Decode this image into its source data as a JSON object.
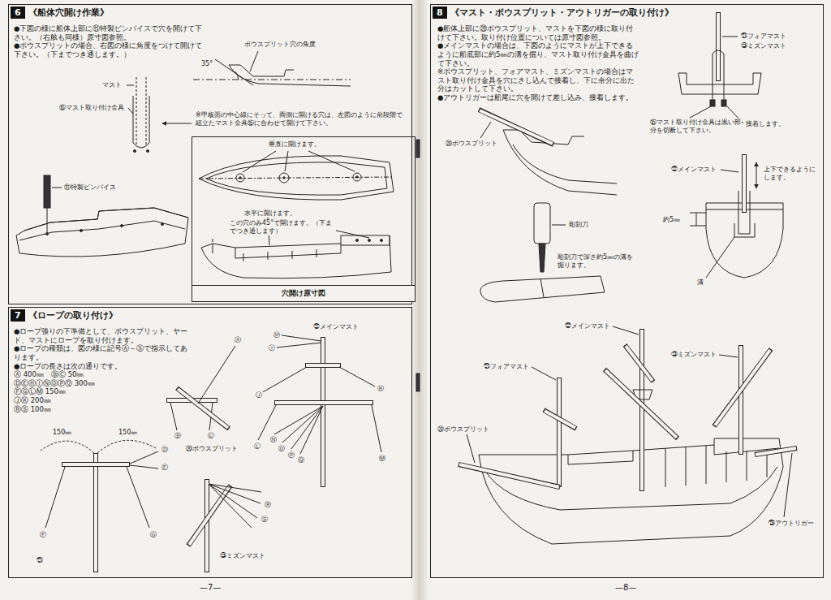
{
  "diagram": {
    "nodes": [
      {
        "text": [
          "6",
          "《船体穴開け作業》",
          "●下図の様に船体上部に⑪特製ピンバイスで穴を開けて下さい。（右舷も同様）原寸図参照。",
          "●ボウスプリットの場合、右図の様に角度をつけて開けて下さい。（下までつき通します。）"
        ]
      },
      {
        "text": [
          "穴開け原寸図"
        ],
        "in": 0
      },
      {
        "text": [
          "7",
          "《ロープの取り付け》",
          "●ロープ張りの下準備として、ボウスプリット、ヤード、マストにロープを取り付けます。",
          "●ロープの種類は、図の様に記号Ⓐ～Ⓢで指示してあります。",
          "●ロープの長さは次の通りです。",
          "Ⓐ 400㎜　ⒷⒸ 50㎜",
          "ⒹⒺⒽⒾⓃⓄⓅⓆ 300㎜",
          "ⒻⒼⓁⓂ 150㎜",
          "ⒿⓀ 200㎜",
          "ⓇⓈ 100㎜"
        ]
      },
      {
        "text": [
          "8",
          "《マスト・ボウスプリット・アウトリガーの取り付け》",
          "●船体上部に⑳ボウスプリット、マストを下図の様に取り付けて下さい。取り付け位置については原寸図参照。",
          "●メインマストの場合は、下図のようにマストが上下できるように船底部に約5㎜の溝を掘り、マスト取り付け金具を曲げて下さい。",
          "※ボウスプリット、フォアマスト、ミズンマストの場合はマスト取り付け金具を穴にさし込んで接着し、下に余分に出た分はカットして下さい。",
          "●アウトリガーは船尾に穴を開けて差し込み、接着します。"
        ]
      }
    ],
    "labels": [
      "ボウスプリット穴の角度",
      "35°",
      "マスト",
      "⑮マスト取り付け金具",
      "※甲板面の中心線にそって、両側に開ける穴は、左図のように前段階で組立たマスト金具⑮に合わせて開けて下さい。",
      "⑪特製ピンバイス",
      "垂直に開けます。",
      "水平に開けます。",
      "この穴のみ45°で開けます。（下までつき通します）",
      "150㎜",
      "150㎜",
      "Ⓓ",
      "Ⓔ",
      "Ⓕ",
      "Ⓖ",
      "㉑",
      "Ⓐ",
      "Ⓑ",
      "Ⓒ",
      "⑳ボウスプリット",
      "㉒メインマスト",
      "Ⓗ",
      "Ⓘ",
      "Ⓙ",
      "Ⓚ",
      "Ⓛ",
      "Ⓜ",
      "Ⓝ",
      "Ⓞ",
      "Ⓟ",
      "Ⓠ",
      "Ⓡ",
      "Ⓢ",
      "㉓ミズンマスト",
      "㉑フォアマスト",
      "㉓ミズンマスト",
      "⑮マスト取り付け金具は黒い部分を切断して下さい。",
      "接着します。",
      "⑳ボウスプリット",
      "㉒メインマスト",
      "上下できるようにします。",
      "約5㎜",
      "溝",
      "彫刻刀",
      "彫刻刀で深さ約5㎜の溝を掘ります。",
      "㉒メインマスト",
      "㉑フォアマスト",
      "㉓ミズンマスト",
      "⑳ボウスプリット",
      "㉕アウトリガー",
      "—7—",
      "—8—"
    ]
  }
}
